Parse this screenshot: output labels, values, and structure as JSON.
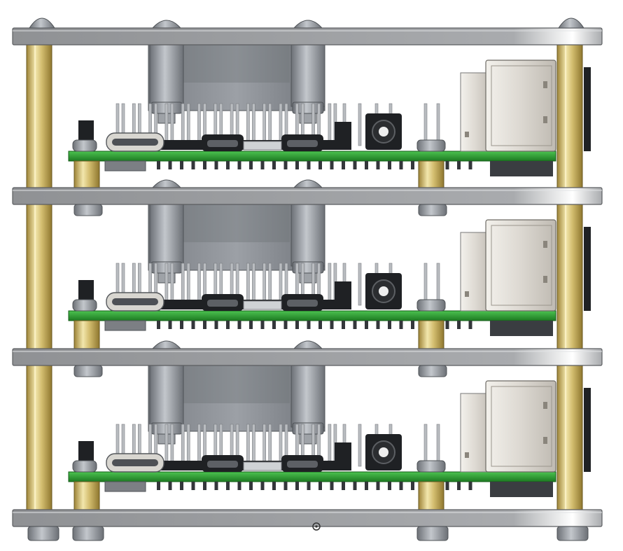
{
  "scene": {
    "description_label": "",
    "levels": 3,
    "colors": {
      "background": "#ffffff",
      "plate": "#a9abae",
      "plate_edge": "#6e7073",
      "standoff": "#c9b267",
      "standoff_light": "#efe2a6",
      "pcb": "#2fa334",
      "pcb_dark": "#1d7a22",
      "metal": "#8f9398",
      "metal_dark": "#5a5e63",
      "pin": "#b9bcc0",
      "connector_black": "#1f2124",
      "usb_metal": "#d8d6d0",
      "ethernet": "#e6e1da"
    },
    "parts": {
      "plate": "acrylic-plate",
      "standoff": "brass-standoff",
      "board": "single-board-computer",
      "heatsink": "cooler-fan",
      "header": "gpio-header",
      "usb_c": "usb-c-port",
      "micro_hdmi": "micro-hdmi-port",
      "audio": "audio-jack",
      "usb_stack": "usb-stack",
      "screw": "screw-head",
      "nut": "hex-nut"
    }
  }
}
